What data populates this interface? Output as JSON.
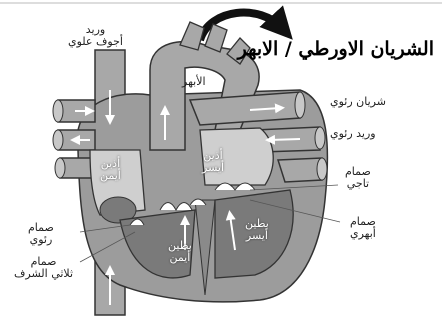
{
  "title": "الشريان الاورطي / الابهر",
  "labels": {
    "svc": "وريد\nأجوف علوي",
    "aorta": "الأبهر",
    "pulm_artery": "شريان رئوي",
    "pulm_vein": "وريد رئوي",
    "right_atrium": "أذين\nأيمن",
    "left_atrium": "أذين\nأيسر",
    "mitral_valve": "صمام\nتاجي",
    "aortic_valve": "صمام\nأبهري",
    "left_ventricle": "بطين\nأيسر",
    "right_ventricle": "بطين\nأيمن",
    "pulm_valve": "صمام\nرئوي",
    "tricuspid_valve": "صمام\nثلاثي الشرف"
  },
  "colors": {
    "background": "#ffffff",
    "vessel_fill": "#a8a8a8",
    "heart_fill": "#9c9c9c",
    "chamber_fill": "#cfcfcf",
    "dark_fill": "#7a7a7a",
    "outline": "#333333",
    "arrow": "#ffffff"
  },
  "icons": {
    "flow_arrow": "curved-arrow-black",
    "direction_arrow": "white-arrow"
  }
}
